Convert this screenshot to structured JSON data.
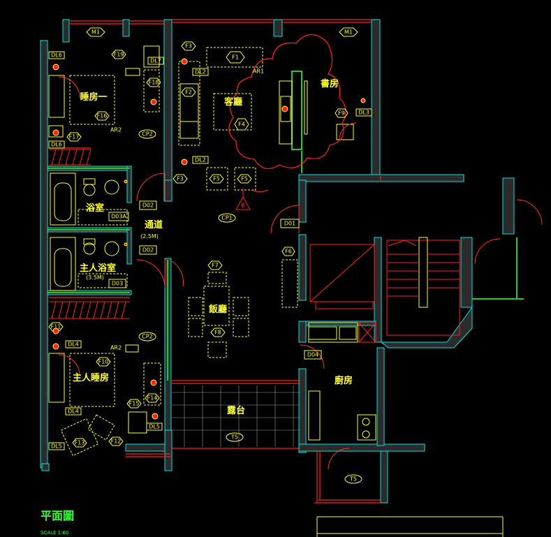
{
  "title": "平面圖",
  "scale": "SCALE 1:60",
  "rooms": {
    "bedroom1": "睡房一",
    "living": "客廳",
    "study": "書房",
    "bathroom": "浴室",
    "corridor": "通道",
    "master_bath": "主人浴室",
    "dining": "飯廳",
    "master_bed": "主人睡房",
    "kitchen": "廚房",
    "balcony": "露台"
  },
  "notes": {
    "corridor_area": "(2.5M)",
    "master_bath_area": "(3.5M)"
  },
  "tags": {
    "m1_left": "M1",
    "m1_right": "M1",
    "f1": "F1",
    "f2": "F2",
    "f3_top": "F3",
    "f3_bottom": "F3",
    "f4": "F4",
    "f5_left": "F5",
    "f5_right": "F5",
    "f6": "F6",
    "f7": "F7",
    "f8": "F8",
    "f9": "F9",
    "f10": "F10",
    "f11": "F11",
    "f12": "F12",
    "f13": "F13",
    "f14": "F14",
    "f15": "F15",
    "f16": "F16",
    "f17": "F17",
    "f18": "F18",
    "f19": "F19",
    "dl2_top": "DL2",
    "dl2_bottom": "DL2",
    "dl3": "DL3",
    "dl4_top": "DL4",
    "dl4_bottom": "DL4",
    "dl5_a": "DL5",
    "dl5_b": "DL5",
    "dl6_top": "DL6",
    "dl6_bottom": "DL6",
    "dl7": "DL7",
    "cp1": "CP1",
    "cp2_top": "CP2",
    "cp2_bottom": "CP2",
    "d01": "D01",
    "d02_a": "D02",
    "d02_b": "D02",
    "d03": "D03",
    "d03a": "D03A",
    "d04": "D04",
    "t5_balcony": "T5",
    "t5_bottom": "T5",
    "ar1": "AR1",
    "ar2_a": "AR2",
    "ar2_b": "AR2",
    "marker": "B"
  },
  "colors": {
    "wall": "#2b2b2b",
    "wall_line": "#00e5e5",
    "window": "#ff2020",
    "furniture": "#ffff33",
    "door": "#ff3030",
    "green": "#22cc22",
    "tag": "#ffff33",
    "title": "#33ff33"
  }
}
